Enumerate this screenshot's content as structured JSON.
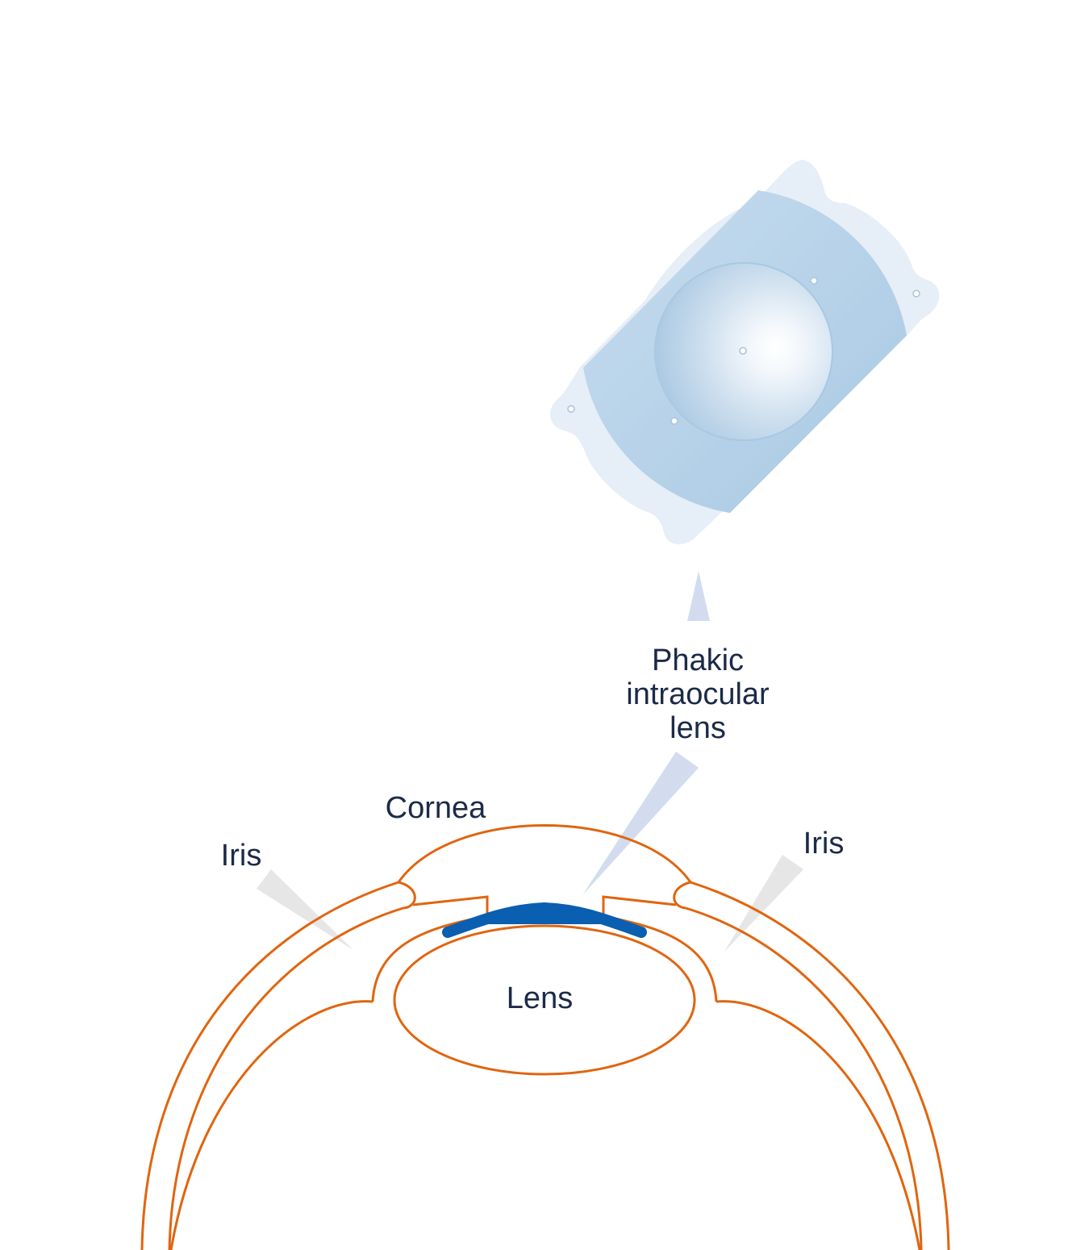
{
  "labels": {
    "phakic_line1": "Phakic",
    "phakic_line2": "intraocular",
    "phakic_line3": "lens",
    "cornea": "Cornea",
    "iris_left": "Iris",
    "iris_right": "Iris",
    "lens": "Lens"
  },
  "colors": {
    "eye_outline": "#e0650f",
    "implant_lens": "#0a5fb0",
    "text": "#1b2a47",
    "pointer_blue": "#d3dcef",
    "pointer_grey": "#e6e6e6",
    "lens_haptic": "#e6eef7",
    "lens_body": "#b8d3e8"
  }
}
